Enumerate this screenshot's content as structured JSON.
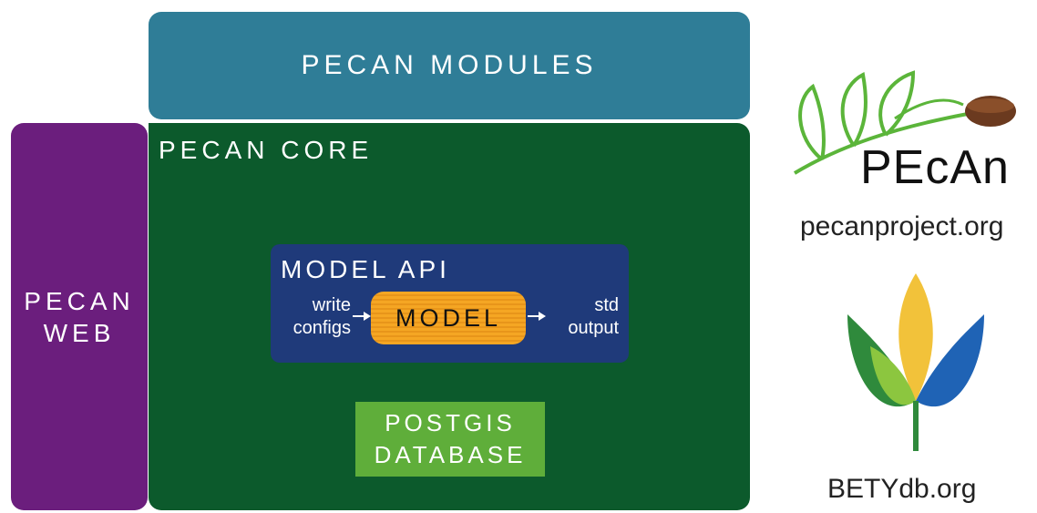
{
  "modules": {
    "label": "PECAN MODULES"
  },
  "web": {
    "line1": "PECAN",
    "line2": "WEB"
  },
  "core": {
    "title": "PECAN CORE",
    "api": {
      "title": "MODEL API",
      "left_text": {
        "line1": "write",
        "line2": "configs"
      },
      "model_label": "MODEL",
      "right_text": {
        "line1": "std",
        "line2": "output"
      }
    },
    "database": {
      "line1": "POSTGIS",
      "line2": "DATABASE"
    }
  },
  "logos": {
    "pecan_word": "PEcAn",
    "pecan_url": "pecanproject.org",
    "bety_url": "BETYdb.org"
  },
  "colors": {
    "modules": "#2f7d97",
    "web": "#6b1e7d",
    "core": "#0c5a2c",
    "api": "#1f3a7a",
    "model": "#f5a623",
    "database": "#5fae3a"
  }
}
